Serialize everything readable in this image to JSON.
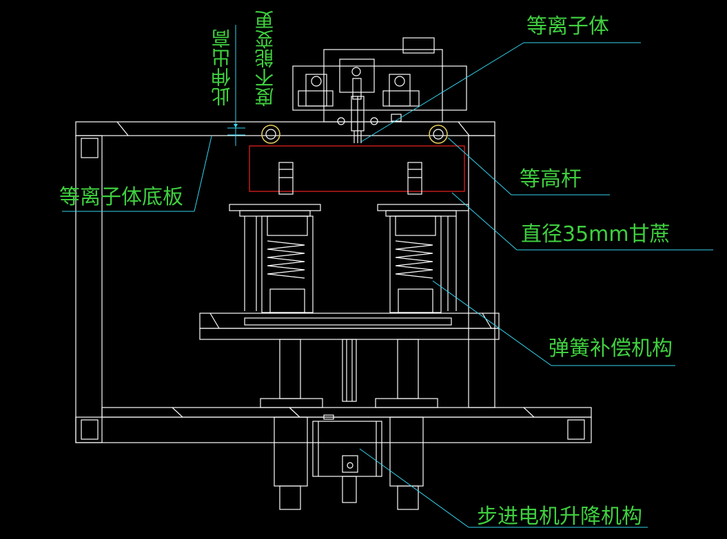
{
  "colors": {
    "background": "#000000",
    "drawing_lines": "#ffffff",
    "leader_lines": "#33d6f0",
    "label_text": "#3fcf3f",
    "highlight_box": "#e02020",
    "rollers": "#e8d060"
  },
  "labels": {
    "plasma_body": "等离子体",
    "plasma_base_plate": "等离子体底板",
    "equal_height_rod": "等高杆",
    "sugarcane": "直径35mm甘蔗",
    "spring_compensation": "弹簧补偿机构",
    "stepper_lift": "步进电机升降机构",
    "note_col1": "此伸出高",
    "note_col2": "度不能变更"
  }
}
